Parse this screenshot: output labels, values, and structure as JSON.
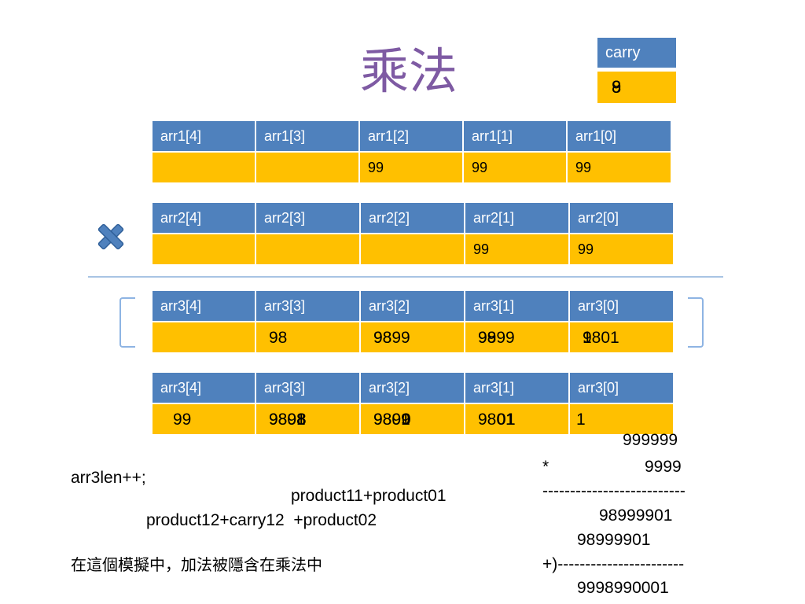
{
  "title": "乘法",
  "carry": {
    "header": "carry",
    "values": [
      "9",
      "8"
    ]
  },
  "arr1": {
    "headers": [
      "arr1[4]",
      "arr1[3]",
      "arr1[2]",
      "arr1[1]",
      "arr1[0]"
    ],
    "values": [
      "",
      "",
      "99",
      "99",
      "99"
    ]
  },
  "arr2": {
    "headers": [
      "arr2[4]",
      "arr2[3]",
      "arr2[2]",
      "arr2[1]",
      "arr2[0]"
    ],
    "values": [
      "",
      "",
      "",
      "99",
      "99"
    ]
  },
  "arr3_first": {
    "headers": [
      "arr3[4]",
      "arr3[3]",
      "arr3[2]",
      "arr3[1]",
      "arr3[0]"
    ],
    "cells": [
      [],
      [
        "98"
      ],
      [
        "98",
        "9899"
      ],
      [
        "99",
        "9899"
      ],
      [
        "9801",
        "1"
      ]
    ]
  },
  "arr3_second": {
    "headers": [
      "arr3[4]",
      "arr3[3]",
      "arr3[2]",
      "arr3[1]",
      "arr3[0]"
    ],
    "cells": [
      [
        "99"
      ],
      [
        "9801",
        "9898",
        "8"
      ],
      [
        "9801",
        "9899",
        "0"
      ],
      [
        "9801",
        "0",
        "1"
      ],
      [
        "1"
      ]
    ]
  },
  "code": {
    "arr3len": "arr3len++;",
    "line1": "product11+product01",
    "line2": "product12+carry12  +product02"
  },
  "note": "在這個模擬中，加法被隱含在乘法中",
  "calc": {
    "operand1": "999999",
    "star": "*",
    "operand2": "9999",
    "rule1": "--------------------------",
    "partial1": "98999901",
    "partial2": "98999901",
    "plus_rule": "+)-----------------------",
    "result": "9998990001"
  }
}
